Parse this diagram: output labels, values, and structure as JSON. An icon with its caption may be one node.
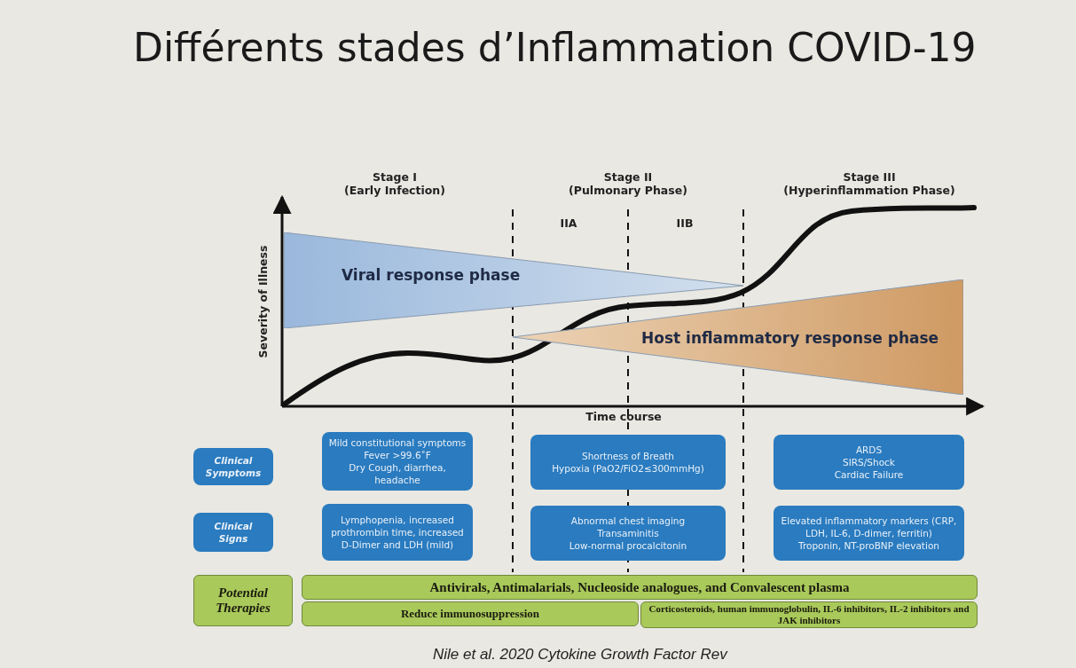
{
  "diagram": {
    "title": "Différents stades d’Inflammation COVID-19",
    "caption": "Nile et al. 2020 Cytokine Growth Factor Rev",
    "nodes": [
      {
        "text": [
          "Viral response phase"
        ]
      },
      {
        "text": [
          "Host inflammatory response phase"
        ]
      },
      {
        "text": [
          "Clinical Symptoms"
        ]
      },
      {
        "text": [
          "Mild constitutional symptoms",
          "Fever >99.6˚F",
          "Dry Cough, diarrhea, headache"
        ]
      },
      {
        "text": [
          "Shortness of Breath",
          "Hypoxia (PaO2/FiO2≤300mmHg)"
        ]
      },
      {
        "text": [
          "ARDS",
          "SIRS/Shock",
          "Cardiac Failure"
        ]
      },
      {
        "text": [
          "Clinical Signs"
        ]
      },
      {
        "text": [
          "Lymphopenia, increased prothrombin time, increased D-Dimer and LDH (mild)"
        ]
      },
      {
        "text": [
          "Abnormal chest imaging",
          "Transaminitis",
          "Low-normal procalcitonin"
        ]
      },
      {
        "text": [
          "Elevated inflammatory markers (CRP, LDH, IL-6, D-dimer, ferritin)",
          "Troponin, NT-proBNP elevation"
        ]
      },
      {
        "text": [
          "Potential Therapies"
        ]
      },
      {
        "text": [
          "Antivirals, Antimalarials, Nucleoside analogues, and Convalescent plasma"
        ]
      },
      {
        "text": [
          "Reduce immunosuppression"
        ]
      },
      {
        "text": [
          "Corticosteroids, human immunoglobulin, IL-6 inhibitors, IL-2 inhibitors  and JAK inhibitors"
        ]
      }
    ],
    "labels": [
      "Stage I",
      "(Early Infection)",
      "Stage II",
      "(Pulmonary Phase)",
      "Stage III",
      "(Hyperinflammation Phase)",
      "IIA",
      "IIB",
      "Severity of Illness",
      "Time course"
    ]
  }
}
